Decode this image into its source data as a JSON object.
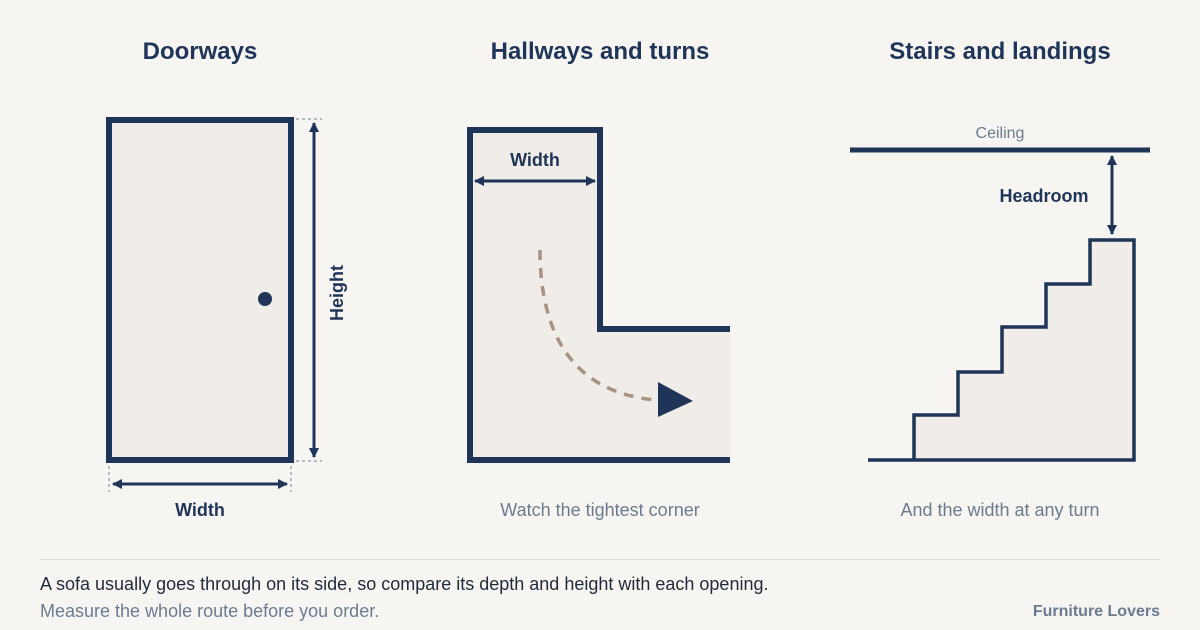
{
  "panels": {
    "doorways": {
      "title": "Doorways",
      "width_label": "Width",
      "height_label": "Height"
    },
    "hallways": {
      "title": "Hallways and turns",
      "width_label": "Width",
      "caption": "Watch the tightest corner"
    },
    "stairs": {
      "title": "Stairs and landings",
      "ceiling_label": "Ceiling",
      "headroom_label": "Headroom",
      "caption": "And the width at any turn"
    }
  },
  "footer": {
    "note": "A sofa usually goes through on its side, so compare its depth and height with each opening.",
    "sub": "Measure the whole route before you order.",
    "brand": "Furniture Lovers"
  },
  "colors": {
    "navy": "#1f3558",
    "fill": "#f0ede8",
    "background": "#f7f5f2",
    "path": "#a89282",
    "muted": "#6b7b90"
  }
}
